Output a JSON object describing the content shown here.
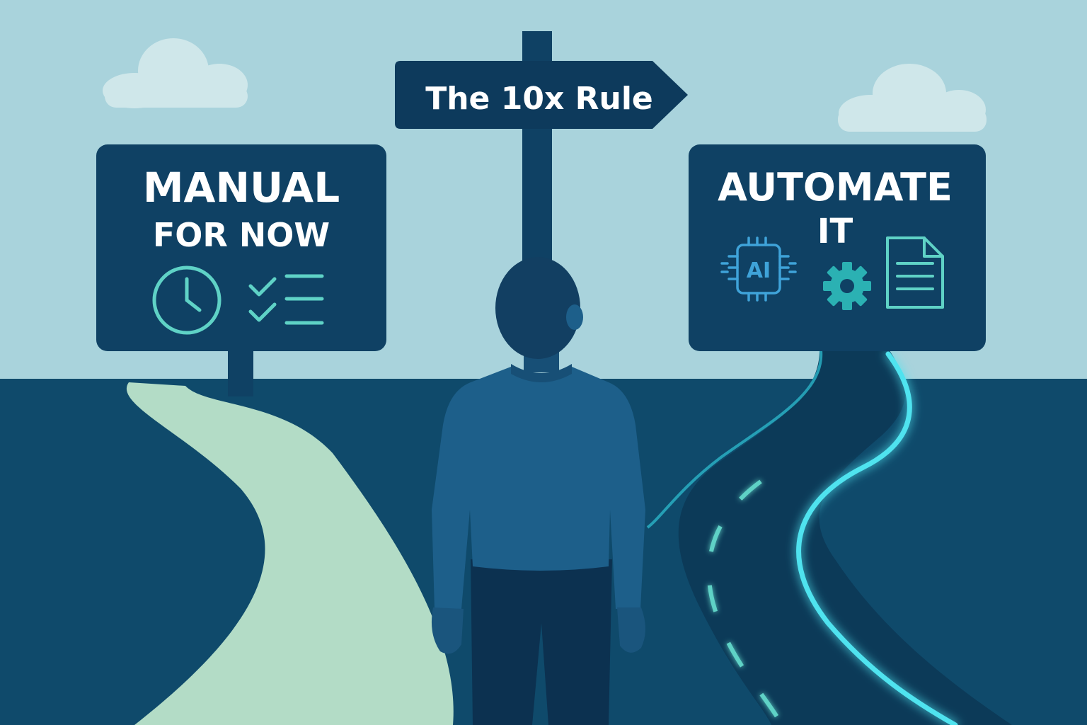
{
  "center_sign": {
    "label": "The 10x Rule"
  },
  "left_sign": {
    "line1": "MANUAL",
    "line2": "FOR NOW",
    "icons": [
      "clock-icon",
      "checklist-icon"
    ]
  },
  "right_sign": {
    "line1": "AUTOMATE",
    "line2": "IT",
    "chip_label": "AI",
    "icons": [
      "ai-chip-icon",
      "gear-icon",
      "document-icon"
    ]
  },
  "colors": {
    "sky": "#a9d3dc",
    "ground": "#0f4a6b",
    "sign": "#0f4164",
    "manual_path": "#b3dcc6",
    "icon_teal": "#5fd2c6",
    "glow": "#4fe3ef",
    "person_shirt": "#1d5f8a",
    "person_dark": "#0c3150"
  }
}
